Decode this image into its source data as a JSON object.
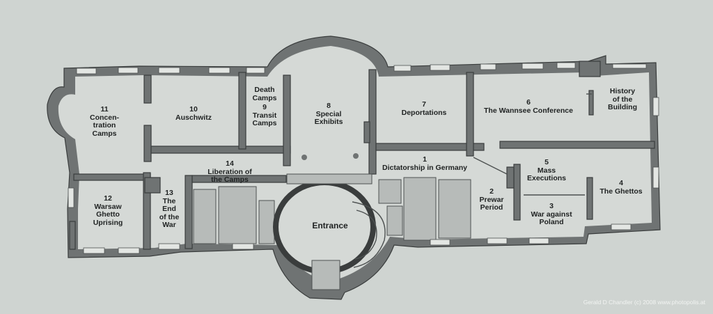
{
  "rooms": [
    {
      "id": "dictatorship",
      "number": "1",
      "title": "Dictatorship in Germany"
    },
    {
      "id": "prewar",
      "number": "2",
      "title": "Prewar\nPeriod"
    },
    {
      "id": "war-poland",
      "number": "3",
      "title": "War against\nPoland"
    },
    {
      "id": "ghettos",
      "number": "4",
      "title": "The Ghettos"
    },
    {
      "id": "mass-exec",
      "number": "5",
      "title": "Mass\nExecutions"
    },
    {
      "id": "wannsee",
      "number": "6",
      "title": "The Wannsee Conference"
    },
    {
      "id": "deportations",
      "number": "7",
      "title": "Deportations"
    },
    {
      "id": "special",
      "number": "8",
      "title": "Special\nExhibits"
    },
    {
      "id": "transit",
      "number": "9",
      "title": "Transit\nCamps"
    },
    {
      "id": "auschwitz",
      "number": "10",
      "title": "Auschwitz"
    },
    {
      "id": "concentration",
      "number": "11",
      "title": "Concen-\ntration\nCamps"
    },
    {
      "id": "warsaw",
      "number": "12",
      "title": "Warsaw\nGhetto\nUprising"
    },
    {
      "id": "end-war",
      "number": "13",
      "title": "The\nEnd\nof the\nWar"
    },
    {
      "id": "liberation",
      "number": "14",
      "title": "Liberation of\nthe Camps"
    }
  ],
  "other_labels": {
    "death_camps": "Death\nCamps",
    "history": "History\nof the\nBuilding",
    "entrance": "Entrance"
  },
  "credit": "Gerald D Chandler (c) 2008 www.photopolis.at"
}
